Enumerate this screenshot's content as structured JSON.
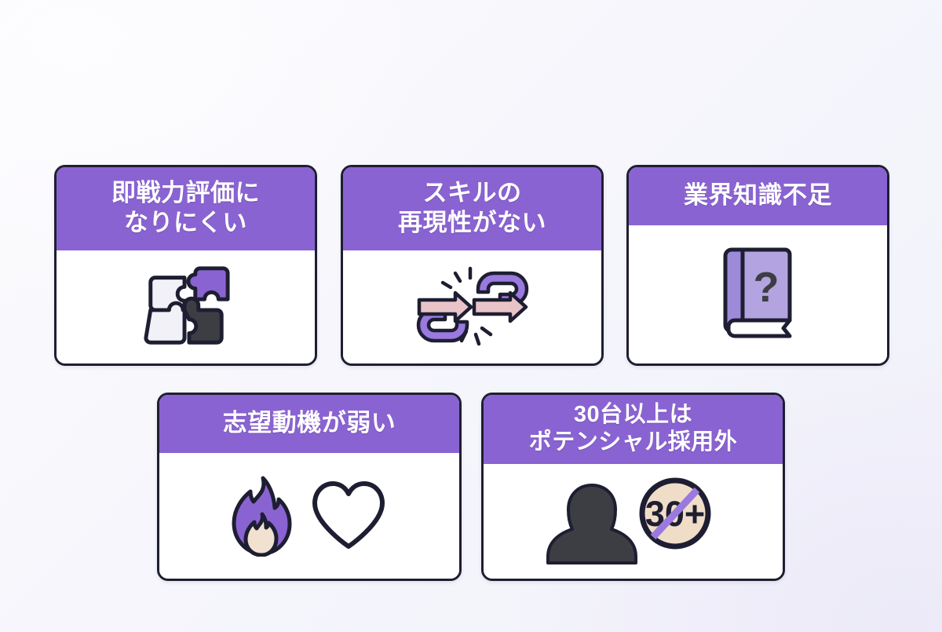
{
  "palette": {
    "accent_purple": "#8a63d2",
    "outline_dark": "#1e1e32",
    "card_white": "#ffffff",
    "page_background": "#f6f6fc",
    "icon_light_gray": "#f1f1f7",
    "icon_dark_gray": "#3d3d44",
    "icon_pink": "#e8c4c8",
    "icon_beige": "#f0ddc8",
    "icon_lavender": "#b3a3e0"
  },
  "cards": [
    {
      "id": "sokusenryoku",
      "title": "即戦力評価に\nなりにくい",
      "title_lines": [
        "即戦力評価に",
        "なりにくい"
      ],
      "icon": "puzzle-pieces-icon"
    },
    {
      "id": "skill-saigensei",
      "title": "スキルの\n再現性がない",
      "title_lines": [
        "スキルの",
        "再現性がない"
      ],
      "icon": "broken-chain-icon"
    },
    {
      "id": "gyoukai-chishiki",
      "title": "業界知識不足",
      "title_lines": [
        "業界知識不足"
      ],
      "icon": "book-question-icon"
    },
    {
      "id": "shibou-douki",
      "title": "志望動機が弱い",
      "title_lines": [
        "志望動機が弱い"
      ],
      "icon": "flame-heart-icon"
    },
    {
      "id": "30dai-ijou",
      "title": "30台以上は\nポテンシャル採用外",
      "title_lines": [
        "30台以上は",
        "ポテンシャル採用外"
      ],
      "icon": "person-age-restricted-icon",
      "badge_label": "30+"
    }
  ]
}
